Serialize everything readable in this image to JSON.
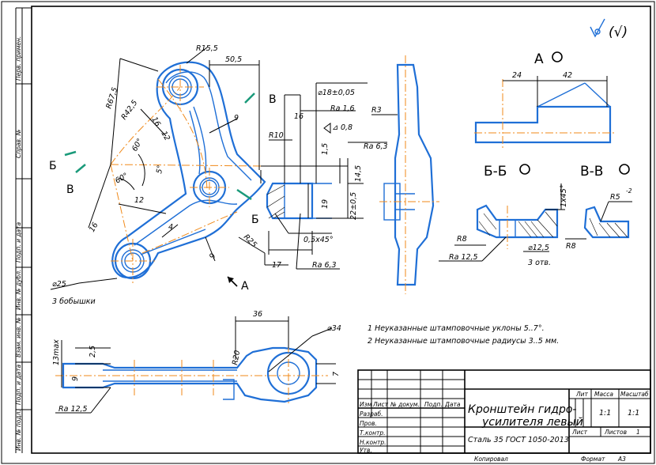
{
  "title_block": {
    "title_line1": "Кронштейн гидро-",
    "title_line2": "усилителя левый",
    "material": "Сталь 35 ГОСТ 1050-2013",
    "headers": {
      "lit": "Лит",
      "mass": "Масса",
      "scale": "Масштаб"
    },
    "mass_value": "1:1",
    "scale_value": "1:1",
    "sheet_label": "Лист",
    "sheets_label": "Листов",
    "sheets_count": "1",
    "copied": "Копировал",
    "format": "Формат",
    "format_value": "A3",
    "row_labels": [
      "Изм",
      "Лист",
      "№ докум.",
      "Подп.",
      "Дата"
    ],
    "role_labels": [
      "Разраб.",
      "Пров.",
      "Т.контр.",
      "Н.контр.",
      "Утв."
    ]
  },
  "side_stamps": [
    "Перв. примен.",
    "Справ. №",
    "Подп. и дата",
    "Инв. № дубл.",
    "Взам. инв. №",
    "Подп. и дата",
    "Инв. № подл."
  ],
  "roughness_mark": "(√)",
  "notes": [
    "1 Неуказанные штамповочные уклоны 5..7°.",
    "2 Неуказанные штамповочные радиусы 3..5 мм."
  ],
  "view_labels": {
    "a_view": "А",
    "bb_section": "Б-Б",
    "vv_section": "В-В",
    "arrow_a": "А",
    "arrow_b1": "Б",
    "arrow_b2": "Б",
    "arrow_v1": "В",
    "arrow_v2": "В"
  },
  "dimensions": {
    "r155": "R15,5",
    "d505": "50,5",
    "r675": "R67,5",
    "r425": "R42,5",
    "d16a": "16",
    "d12a": "12",
    "ang60a": "60°",
    "ang60b": "60°",
    "ang5": "5°",
    "d12b": "12",
    "d16b": "16",
    "d4": "4",
    "d9a": "9",
    "d9b": "9",
    "r25": "R25",
    "d25": "⌀25",
    "bosses": "3 бобышки",
    "d18": "⌀18±0,05",
    "ra16": "Ra 1,6",
    "d16c": "16",
    "r10": "R10",
    "flat": "⊿ 0,8",
    "d15": "1,5",
    "ra63a": "Ra 6,3",
    "d145": "14,5",
    "d19": "19",
    "d22": "22±0,5",
    "chamfer": "0,5х45°",
    "d17": "17",
    "ra63b": "Ra 6,3",
    "r3": "R3",
    "d24": "24",
    "d42": "42",
    "r8a": "R8",
    "ra125a": "Ra 12,5",
    "d125": "⌀12,5",
    "holes": "3 отв.",
    "ch1x45": "1х45°",
    "r5": "R5",
    "r5tol": "-2",
    "r8b": "R8",
    "d36": "36",
    "d34": "⌀34",
    "r20": "R20",
    "d13": "13max",
    "d25b": "2,5",
    "d9c": "9",
    "d7": "7",
    "ra125b": "Ra 12,5"
  }
}
